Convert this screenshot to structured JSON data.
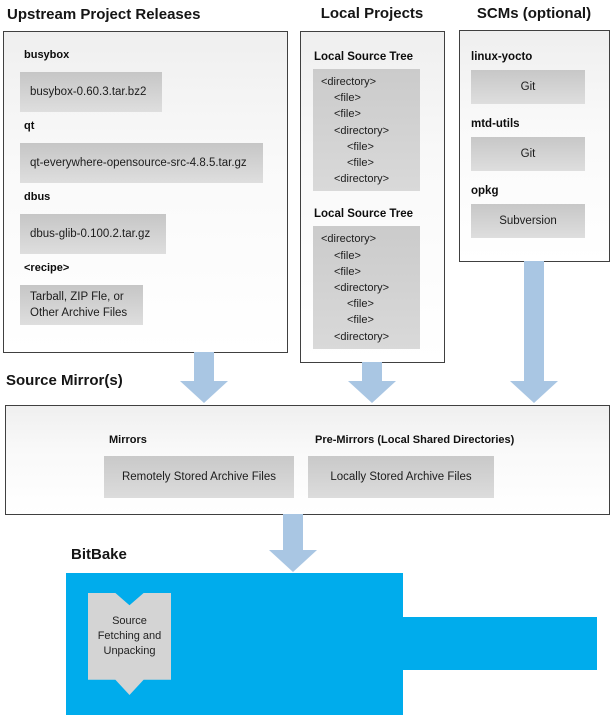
{
  "colors": {
    "accent_cyan": "#00acec",
    "arrow_blue": "#a9c6e3",
    "panel_border": "#404040"
  },
  "upstream": {
    "title": "Upstream Project Releases",
    "items": [
      {
        "label": "busybox",
        "file": "busybox-0.60.3.tar.bz2"
      },
      {
        "label": "qt",
        "file": "qt-everywhere-opensource-src-4.8.5.tar.gz"
      },
      {
        "label": "dbus",
        "file": "dbus-glib-0.100.2.tar.gz"
      },
      {
        "label": "<recipe>",
        "file": "Tarball, ZIP Fle, or\nOther Archive Files"
      }
    ]
  },
  "local_projects": {
    "title": "Local Projects",
    "trees": [
      {
        "label": "Local Source Tree",
        "lines": [
          {
            "text": "<directory>",
            "indent": 0
          },
          {
            "text": "<file>",
            "indent": 1
          },
          {
            "text": "<file>",
            "indent": 1
          },
          {
            "text": "<directory>",
            "indent": 1
          },
          {
            "text": "<file>",
            "indent": 2
          },
          {
            "text": "<file>",
            "indent": 2
          },
          {
            "text": "<directory>",
            "indent": 1
          }
        ]
      },
      {
        "label": "Local Source Tree",
        "lines": [
          {
            "text": "<directory>",
            "indent": 0
          },
          {
            "text": "<file>",
            "indent": 1
          },
          {
            "text": "<file>",
            "indent": 1
          },
          {
            "text": "<directory>",
            "indent": 1
          },
          {
            "text": "<file>",
            "indent": 2
          },
          {
            "text": "<file>",
            "indent": 2
          },
          {
            "text": "<directory>",
            "indent": 1
          }
        ]
      }
    ]
  },
  "scms": {
    "title": "SCMs (optional)",
    "items": [
      {
        "label": "linux-yocto",
        "tool": "Git"
      },
      {
        "label": "mtd-utils",
        "tool": "Git"
      },
      {
        "label": "opkg",
        "tool": "Subversion"
      }
    ]
  },
  "source_mirrors": {
    "title": "Source Mirror(s)",
    "mirrors_label": "Mirrors",
    "mirrors_box": "Remotely Stored Archive Files",
    "premirrors_label": "Pre-Mirrors (Local Shared Directories)",
    "premirrors_box": "Locally Stored Archive Files"
  },
  "bitbake": {
    "title": "BitBake",
    "ribbon_lines": [
      "Source",
      "Fetching and",
      "Unpacking"
    ]
  }
}
